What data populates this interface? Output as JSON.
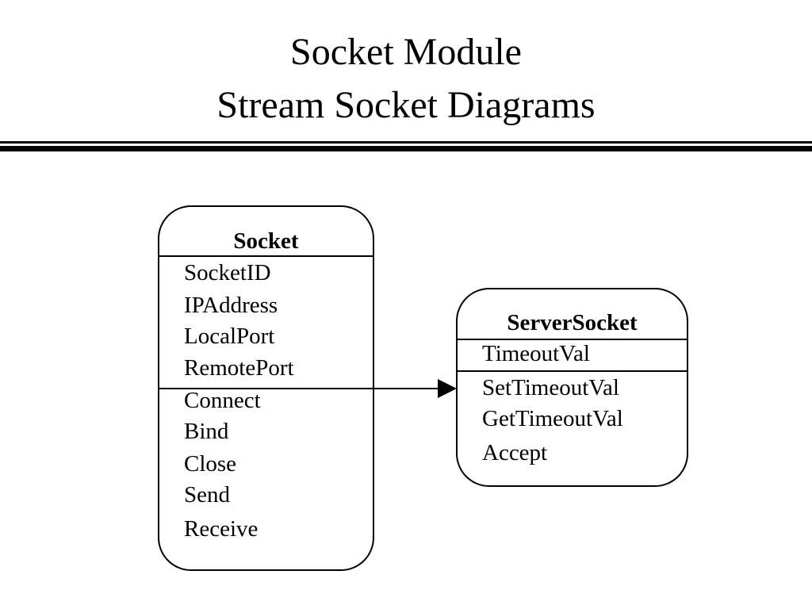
{
  "title": {
    "line1": "Socket Module",
    "line2": "Stream Socket Diagrams"
  },
  "socket": {
    "name": "Socket",
    "attributes": [
      "SocketID",
      "IPAddress",
      "LocalPort",
      "RemotePort"
    ],
    "methods": [
      "Connect",
      "Bind",
      "Close",
      "Send",
      "Receive"
    ]
  },
  "server_socket": {
    "name": "ServerSocket",
    "attributes": [
      "TimeoutVal"
    ],
    "methods": [
      "SetTimeoutVal",
      "GetTimeoutVal",
      "Accept"
    ]
  },
  "relationship": {
    "from": "Socket",
    "to": "ServerSocket",
    "kind": "arrow"
  }
}
